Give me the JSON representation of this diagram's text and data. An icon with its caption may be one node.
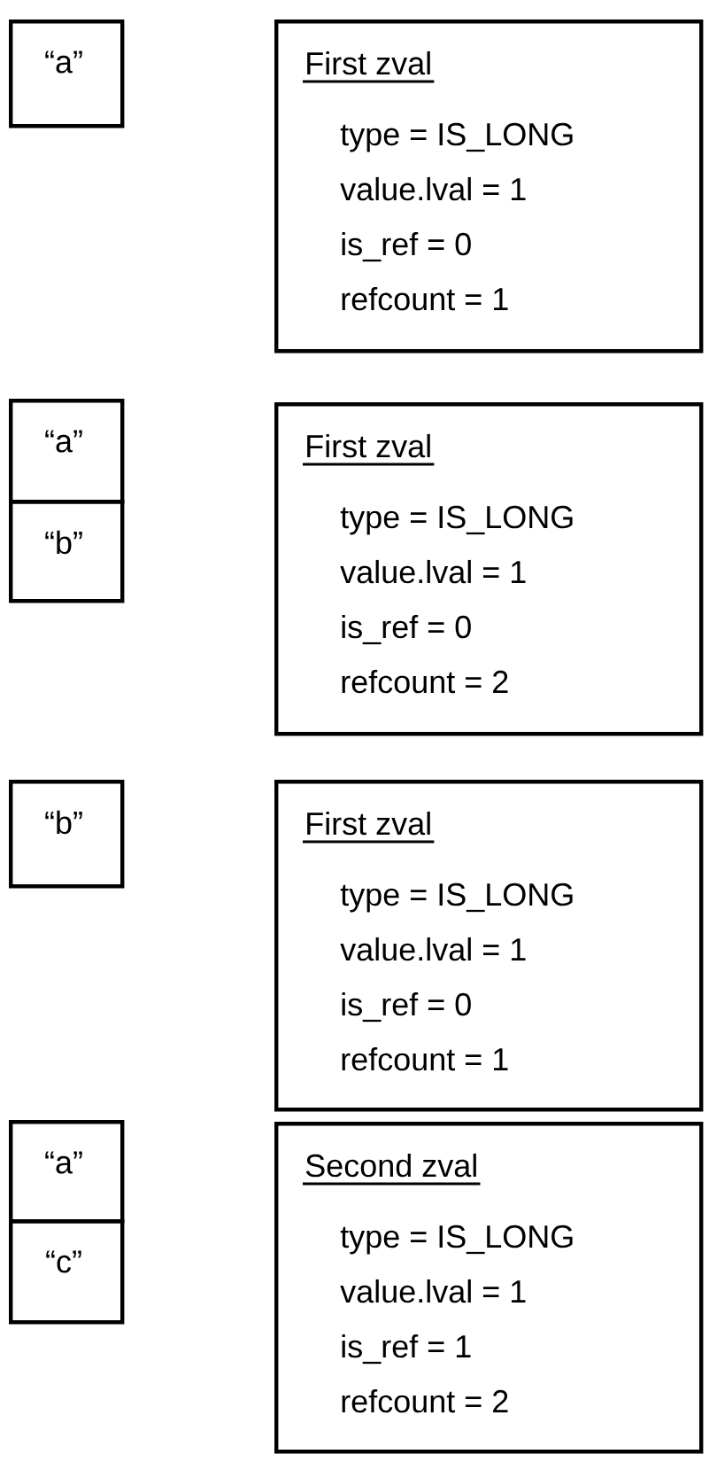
{
  "diagram": {
    "nodes": [
      {
        "text": [
          "“a”"
        ]
      },
      {
        "text": [
          "First zval",
          "type = IS_LONG",
          "value.lval = 1",
          "is_ref = 0",
          "refcount = 1"
        ]
      },
      {
        "text": [
          "“a”"
        ]
      },
      {
        "text": [
          "“b”"
        ]
      },
      {
        "text": [
          "First zval",
          "type = IS_LONG",
          "value.lval = 1",
          "is_ref = 0",
          "refcount = 2"
        ]
      },
      {
        "text": [
          "“b”"
        ]
      },
      {
        "text": [
          "First zval",
          "type = IS_LONG",
          "value.lval = 1",
          "is_ref = 0",
          "refcount = 1"
        ]
      },
      {
        "text": [
          "“a”"
        ]
      },
      {
        "text": [
          "“c”"
        ]
      },
      {
        "text": [
          "Second zval",
          "type = IS_LONG",
          "value.lval = 1",
          "is_ref = 1",
          "refcount = 2"
        ]
      }
    ]
  }
}
